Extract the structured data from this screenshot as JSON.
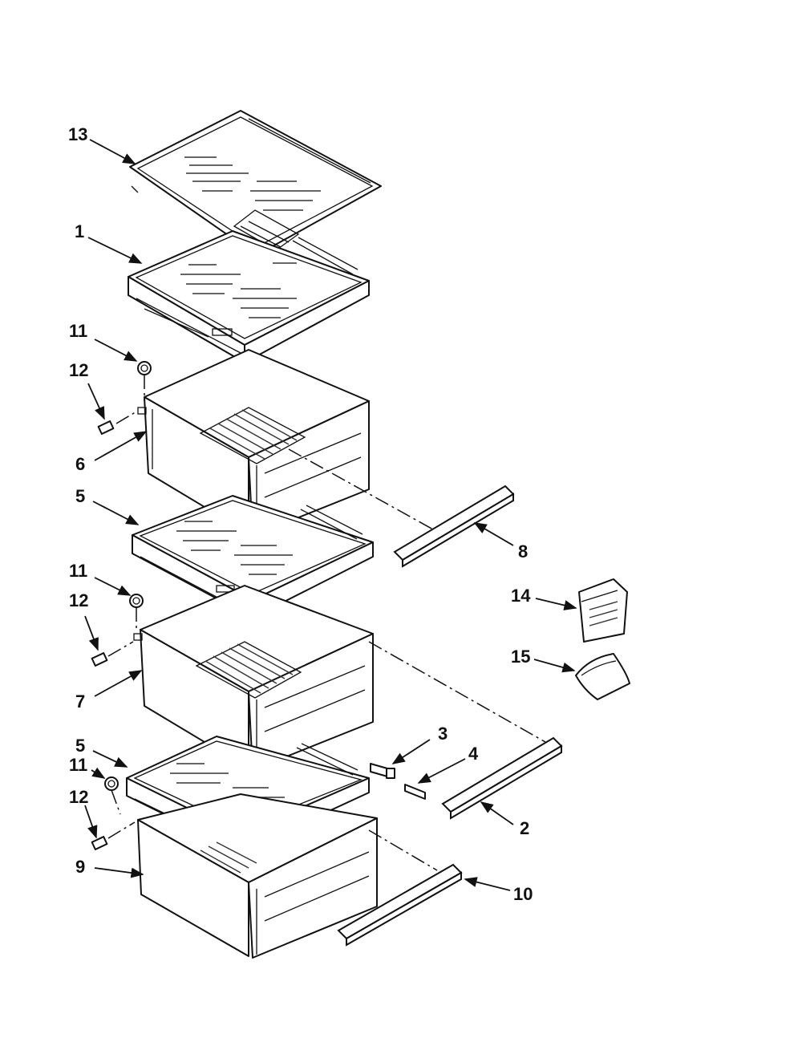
{
  "diagram": {
    "callouts": [
      {
        "id": "c13",
        "label": "13"
      },
      {
        "id": "c1",
        "label": "1"
      },
      {
        "id": "c11a",
        "label": "11"
      },
      {
        "id": "c12a",
        "label": "12"
      },
      {
        "id": "c6",
        "label": "6"
      },
      {
        "id": "c5a",
        "label": "5"
      },
      {
        "id": "c8",
        "label": "8"
      },
      {
        "id": "c11b",
        "label": "11"
      },
      {
        "id": "c12b",
        "label": "12"
      },
      {
        "id": "c14",
        "label": "14"
      },
      {
        "id": "c15",
        "label": "15"
      },
      {
        "id": "c7",
        "label": "7"
      },
      {
        "id": "c3",
        "label": "3"
      },
      {
        "id": "c4",
        "label": "4"
      },
      {
        "id": "c5b",
        "label": "5"
      },
      {
        "id": "c11c",
        "label": "11"
      },
      {
        "id": "c2",
        "label": "2"
      },
      {
        "id": "c12c",
        "label": "12"
      },
      {
        "id": "c9",
        "label": "9"
      },
      {
        "id": "c10",
        "label": "10"
      }
    ]
  }
}
